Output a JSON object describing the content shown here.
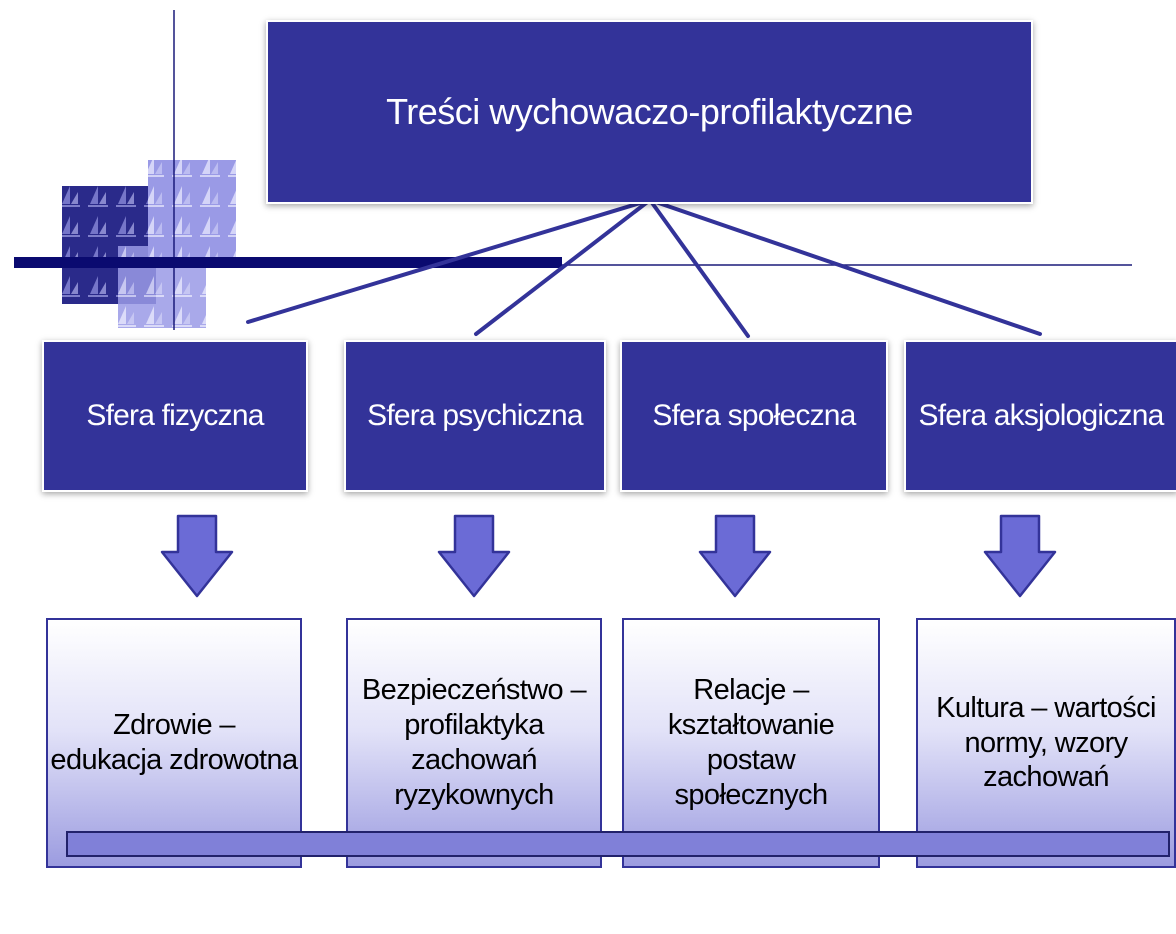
{
  "title": "Treści wychowaczo-profilaktyczne",
  "spheres": [
    {
      "label": "Sfera fizyczna"
    },
    {
      "label": "Sfera psychiczna"
    },
    {
      "label": "Sfera społeczna"
    },
    {
      "label": "Sfera aksjologiczna"
    }
  ],
  "results": [
    {
      "text": "Zdrowie –\nedukacja zdrowotna"
    },
    {
      "text": "Bezpieczeństwo –\nprofilaktyka\nzachowań\nryzykownych"
    },
    {
      "text": "Relacje –\nkształtowanie\npostaw\nspołecznych"
    },
    {
      "text": "Kultura – wartości\nnormy, wzory\nzachowań"
    }
  ],
  "colors": {
    "box_fill": "#333399",
    "arrow_fill": "#6b6bd6",
    "connector": "#333399",
    "footer_bar": "#8080d8"
  },
  "icons": [
    "sailboat-pattern-icon",
    "down-arrow-icon"
  ]
}
